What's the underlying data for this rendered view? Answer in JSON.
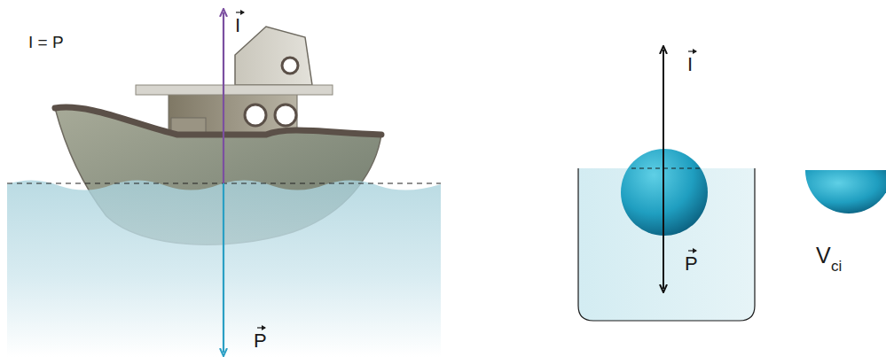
{
  "diagram": {
    "labels": [
      "I = P",
      "I",
      "P",
      "I",
      "P",
      "V",
      "ci"
    ]
  }
}
